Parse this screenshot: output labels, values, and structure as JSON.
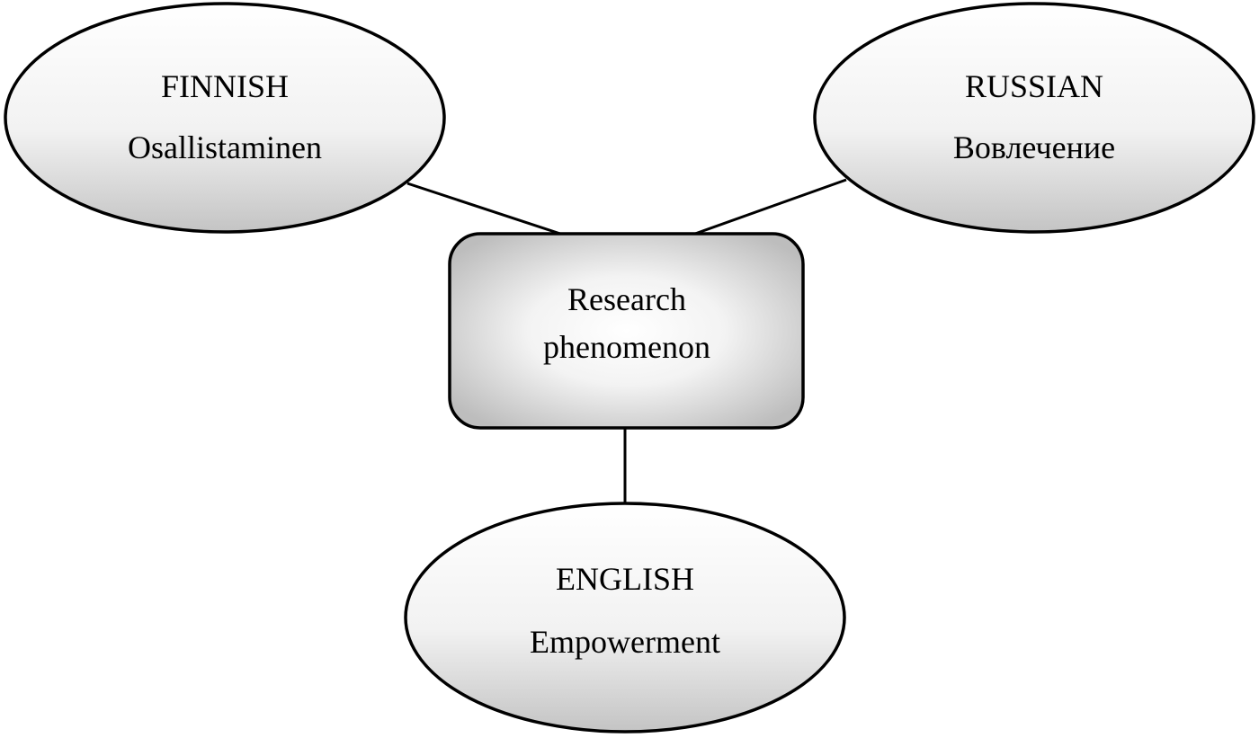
{
  "nodes": {
    "finnish": {
      "language": "FINNISH",
      "term": "Osallistaminen"
    },
    "russian": {
      "language": "RUSSIAN",
      "term": "Вовлечение"
    },
    "english": {
      "language": "ENGLISH",
      "term": "Empowerment"
    },
    "center": {
      "line1": "Research",
      "line2": "phenomenon"
    }
  }
}
